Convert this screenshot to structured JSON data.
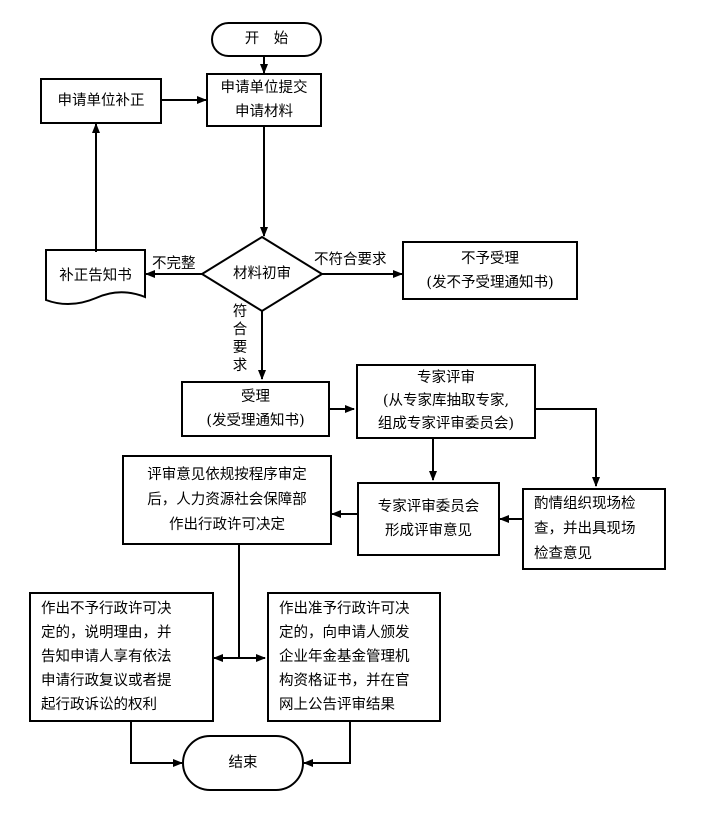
{
  "nodes": {
    "start": "开　始",
    "submit": "申请单位提交\n申请材料",
    "correction": "申请单位补正",
    "review": "材料初审",
    "notice_fix": "补正告知书",
    "reject": "不予受理\n(发不予受理通知书)",
    "accept": "受理\n(发受理通知书)",
    "expert_review": "专家评审\n(从专家库抽取专家,\n组成专家评审委员会)",
    "inspection": "酌情组织现场检\n查，并出具现场\n检查意见",
    "committee_opinion": "专家评审委员会\n形成评审意见",
    "decision": "评审意见依规按程序审定\n后，人力资源社会保障部\n作出行政许可决定",
    "deny": "作出不予行政许可决\n定的，说明理由，并\n告知申请人享有依法\n申请行政复议或者提\n起行政诉讼的权利",
    "grant": "作出准予行政许可决\n定的，向申请人颁发\n企业年金基金管理机\n构资格证书，并在官\n网上公告评审结果",
    "end": "结束"
  },
  "edge_labels": {
    "incomplete": "不完整",
    "not_meet": "不符合要求",
    "meet": "符\n合\n要\n求"
  }
}
